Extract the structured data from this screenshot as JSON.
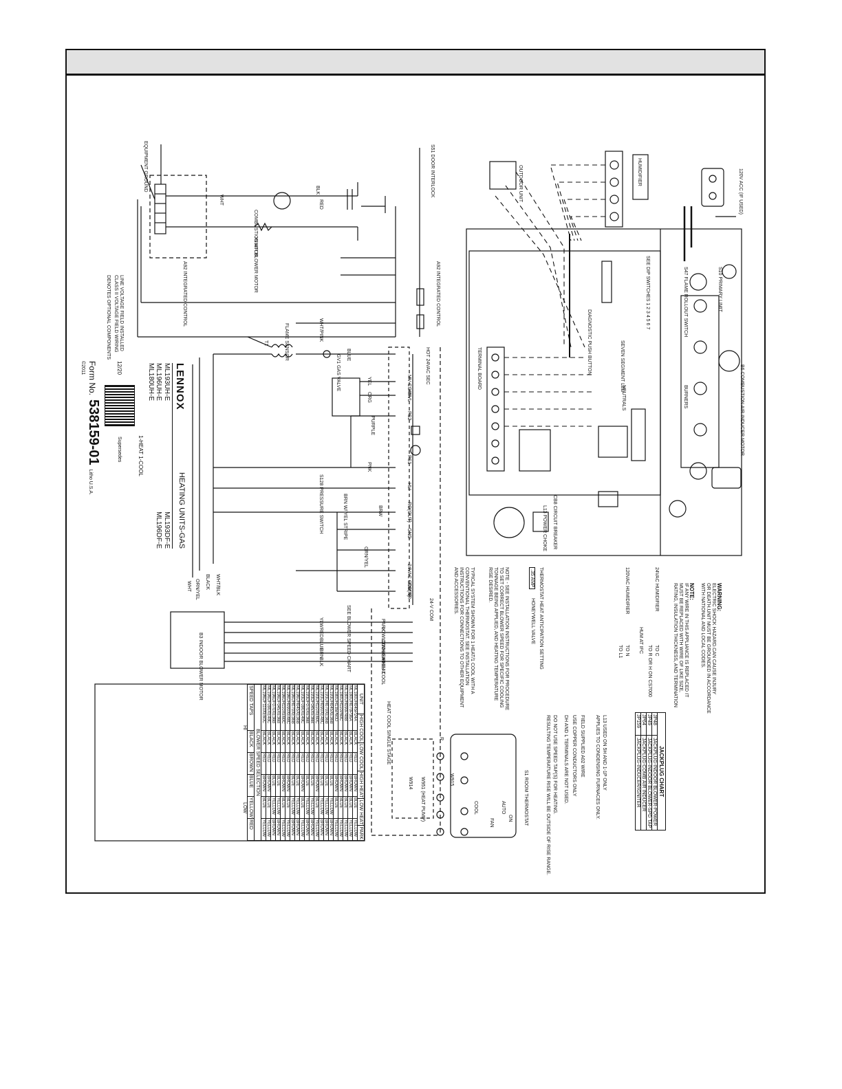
{
  "header": {
    "title": ""
  },
  "title_block": {
    "brand": "LENNOX",
    "category": "HEATING UNITS-GAS",
    "models_left": [
      "ML193UH-E",
      "ML196UH-E",
      "ML180UH-E"
    ],
    "models_right": [
      "ML193DF-E",
      "ML196DF-E"
    ],
    "stage": "1-HEAT 1-COOL",
    "date": "12/20",
    "supersedes": "Supersedes",
    "form_label": "Form No.",
    "form_number": "538159-01",
    "made_in": "Litho U.S.A.",
    "copyright": "©2011"
  },
  "legend": {
    "line_voltage": "LINE VOLTAGE FIELD INSTALLED",
    "class_ii": "CLASS II VOLTAGE FIELD WIRING",
    "optional": "DENOTES OPTIONAL COMPONENTS"
  },
  "components": {
    "equipment_ground": "EQUIPMENT GROUND",
    "door_interlock": "S51 DOOR INTERLOCK",
    "combustion_motor": "COMBUSTION AIR BLOWER MOTOR",
    "ignitor": "IGNITOR",
    "integrated_control": "A92 INTEGRATED CONTROL",
    "flame_sensor": "FLAME SENSOR",
    "transformer": "T1",
    "gas_valve": "GV1 GAS VALVE",
    "pressure_switch": "S128 PRESSURE SWITCH",
    "indoor_motor": "B3 INDOOR BLOWER MOTOR",
    "room_thermostat": "S1 ROOM THERMOSTAT",
    "humidifier": "HUMIDIFIER",
    "outdoor_unit": "OUTDOOR UNIT",
    "acc": "120V ACC (IF USED)",
    "primary_limit": "S10 PRIMARY LIMIT",
    "rollout_switch": "S47 FLAME ROLLOUT SWITCH",
    "burners": "BURNERS",
    "inducer_motor": "B6 COMBUSTION AIR INDUCER MOTOR",
    "terminal_board": "TERMINAL BOARD",
    "circuit_breaker": "CB8 CIRCUIT BREAKER",
    "power_choke": "L13 POWER CHOKE",
    "diagnostic_button": "DIAGNOSTIC PUSH BUTTON",
    "seven_segment": "SEVEN SEGMENT LED",
    "neutrals": "NEUTRALS",
    "dip_switches": "SEE DIP SWITCHES 1 2 3 4 5 6 7"
  },
  "wire_labels": [
    "WHT",
    "BLK",
    "RED",
    "WHT/PINK",
    "BLUE",
    "YEL",
    "ORG",
    "PURPLE",
    "PNK",
    "BRN W/ YEL STRIPE",
    "BRW",
    "GRN/YEL",
    "WHT/BLK",
    "BLACK",
    "ORN/YEL",
    "WHT"
  ],
  "control_terminals": [
    "TH",
    "HOT 24VAC SEC",
    "MV COM",
    "MVL",
    "PS2",
    "PS1",
    "HLI",
    "RO(OUT)",
    "GND",
    "GND",
    "24VAC COM TR",
    "RO(N)",
    "24-V COM"
  ],
  "speed_labels": [
    "PARK",
    "LOW COOL",
    "LOW HEAT",
    "HIGH HEAT",
    "HIGH COOL"
  ],
  "blower_wires": [
    "YLW",
    "RED",
    "BLUE",
    "BRN",
    "BLK"
  ],
  "see_blower_chart": "SEE BLOWER SPEED CHART",
  "thermostat_terminals": [
    "R",
    "W915",
    "W951 (HEAT PUMP)",
    "W914",
    "COOL",
    "AUTO",
    "ON",
    "FAN"
  ],
  "warning": {
    "title": "WARNING:",
    "lines": [
      "ELECTRIC SHOCK HAZARD.CAN CAUSE INJURY",
      "OR DEATH.UNIT MUST BE GROUNDED IN ACCORDANCE",
      "WITH NATIONAL AND LOCAL CODES."
    ]
  },
  "note": {
    "title": "NOTE:",
    "lines": [
      "IF ANY WIRE IN THIS APPLIANCE IS REPLACED IT",
      "MUST BE REPLACED WITH WIRE OF LIKE SIZE,",
      "RATING, INSULATION THICKNESS, AND TERMINATION"
    ]
  },
  "jackplug_chart": {
    "title": "JACKPLUG CHART",
    "rows": [
      [
        "JP48",
        "JACKPLUG-INDOOR BLOWER-POWER"
      ],
      [
        "JP49",
        "JACKPLUG-INDOOR BLOWER-SPD TAP"
      ],
      [
        "JP64",
        "JACKPLUG-COMB AIR INDUCER"
      ],
      [
        "JP159",
        "JACKPLUG-INDUCER/IGNITER"
      ]
    ]
  },
  "footnotes": [
    "L13 USED ON 5H AND 1-1P ONLY",
    "APPLIES TO CONDENSING FURNACES ONLY.",
    "FIELD SUPPLIED A02 WIRE",
    "USE COPPER CONDUCTORS ONLY",
    "DH AND L TERMINALS ARE NOT USED.",
    "DO NOT USE SPEED TAP(S) FOR HEATING.",
    "RESULTING TEMPERATURE RISE WILL BE OUTSIDE OF RISE RANGE."
  ],
  "humidifier_notes": [
    "24VAC HUMIDIFIER",
    "120VAC HUMIDIFIER",
    "HUM AT IFC",
    "TO C",
    "TO R OR H ON CS7000",
    "TO N",
    "TO L1"
  ],
  "thermostat_anticipation": {
    "title": "THERMOSTAT HEAT ANTICIPATION SETTING",
    "value": ".35 AMP",
    "valve": "HONEYWELL VALVE"
  },
  "bottom_notes": [
    "NOTE - SEE INSTALLATION INSTRUCTIONS FOR PROCEDURE",
    "TO SET CORRECT BLOWER SPEED FOR SPECIFIC COOLING",
    "TONNAGE BEING APPLIED, AND HEATING TEMPERATURE",
    "RISE DESIRED.",
    "TYPICAL SYSTEM SHOWN FOR 1 HEAT/1 COOL WITH A",
    "CONVENTIONAL THERMOSTAT. SEE INSTALLATION",
    "INSTRUCTIONS FOR CONNECTIONS TO OTHER EQUIPMENT",
    "AND ACCESSORIES."
  ],
  "heat_cool_label": "HEAT COOL SINGLE STAGE",
  "speed_table": {
    "headers": [
      "UNIT",
      "HIGH COOL",
      "LOW COOL",
      "HIGH HEAT",
      "LOW HEAT",
      "PARK"
    ],
    "rows": [
      [
        "ML180UH045P24A",
        "BLACK",
        "RED",
        "BROWN",
        "BLUE",
        "YELLOW"
      ],
      [
        "ML180UH070P36A",
        "BLACK",
        "RED",
        "BROWN",
        "BLUE",
        "YELLOW"
      ],
      [
        "ML180UH090P48B",
        "BLACK",
        "RED",
        "BROWN",
        "BLUE",
        "YELLOW"
      ],
      [
        "ML180UH110P60C",
        "BLACK",
        "RED",
        "BROWN",
        "BLUE",
        "YELLOW"
      ],
      [
        "ML180UH135P60D",
        "BLACK",
        "RED",
        "BROWN",
        "BLUE",
        "YELLOW"
      ],
      [
        "ML193UH045XE36B",
        "BLACK",
        "RED",
        "BLUE",
        "YELLOW",
        "BROWN"
      ],
      [
        "ML193UH070XE36B",
        "BLACK",
        "RED",
        "BLUE",
        "YELLOW",
        "BROWN"
      ],
      [
        "ML193UH090XE48C",
        "BLACK",
        "RED",
        "BLUE",
        "YELLOW",
        "BROWN"
      ],
      [
        "ML193UH110XE60C",
        "BLACK",
        "RED",
        "BROWN",
        "BLUE",
        "YELLOW"
      ],
      [
        "ML193DF045XE36B",
        "BLACK",
        "RED",
        "BLUE",
        "YELLOW",
        "BROWN"
      ],
      [
        "ML193DF070XE36B",
        "BLACK",
        "RED",
        "BLUE",
        "YELLOW",
        "BROWN"
      ],
      [
        "ML193DF090XE48C",
        "BLACK",
        "RED",
        "BROWN",
        "BLUE",
        "YELLOW"
      ],
      [
        "ML196UH045XE36B",
        "BLACK",
        "RED",
        "BLUE",
        "YELLOW",
        "BROWN"
      ],
      [
        "ML196UH070XE36B",
        "BLACK",
        "RED",
        "BLUE",
        "YELLOW",
        "BROWN"
      ],
      [
        "ML196UH090XE48C",
        "BLACK",
        "RED",
        "BROWN",
        "BLUE",
        "YELLOW"
      ],
      [
        "ML196UH110XE60C",
        "BLACK",
        "RED",
        "BROWN",
        "BLUE",
        "YELLOW"
      ],
      [
        "ML196DF045XE36B",
        "BLACK",
        "RED",
        "BLUE",
        "YELLOW",
        "BROWN"
      ],
      [
        "ML196DF070XE36B",
        "BLACK",
        "RED",
        "BLUE",
        "YELLOW",
        "BROWN"
      ],
      [
        "ML196DF090XE48C",
        "BLACK",
        "RED",
        "BROWN",
        "BLUE",
        "YELLOW"
      ],
      [
        "ML196DF110XE60C",
        "BLACK",
        "RED",
        "BROWN",
        "BLUE",
        "YELLOW"
      ]
    ],
    "footer_label": "BLOWER SPEED SELECTION",
    "speed_taps_label": "SPEED TAPS",
    "speed_taps": [
      "BLACK",
      "BROWN",
      "BLUE",
      "YELLOW",
      "RED"
    ],
    "speed_taps_levels": [
      "HI",
      "LOW"
    ]
  }
}
